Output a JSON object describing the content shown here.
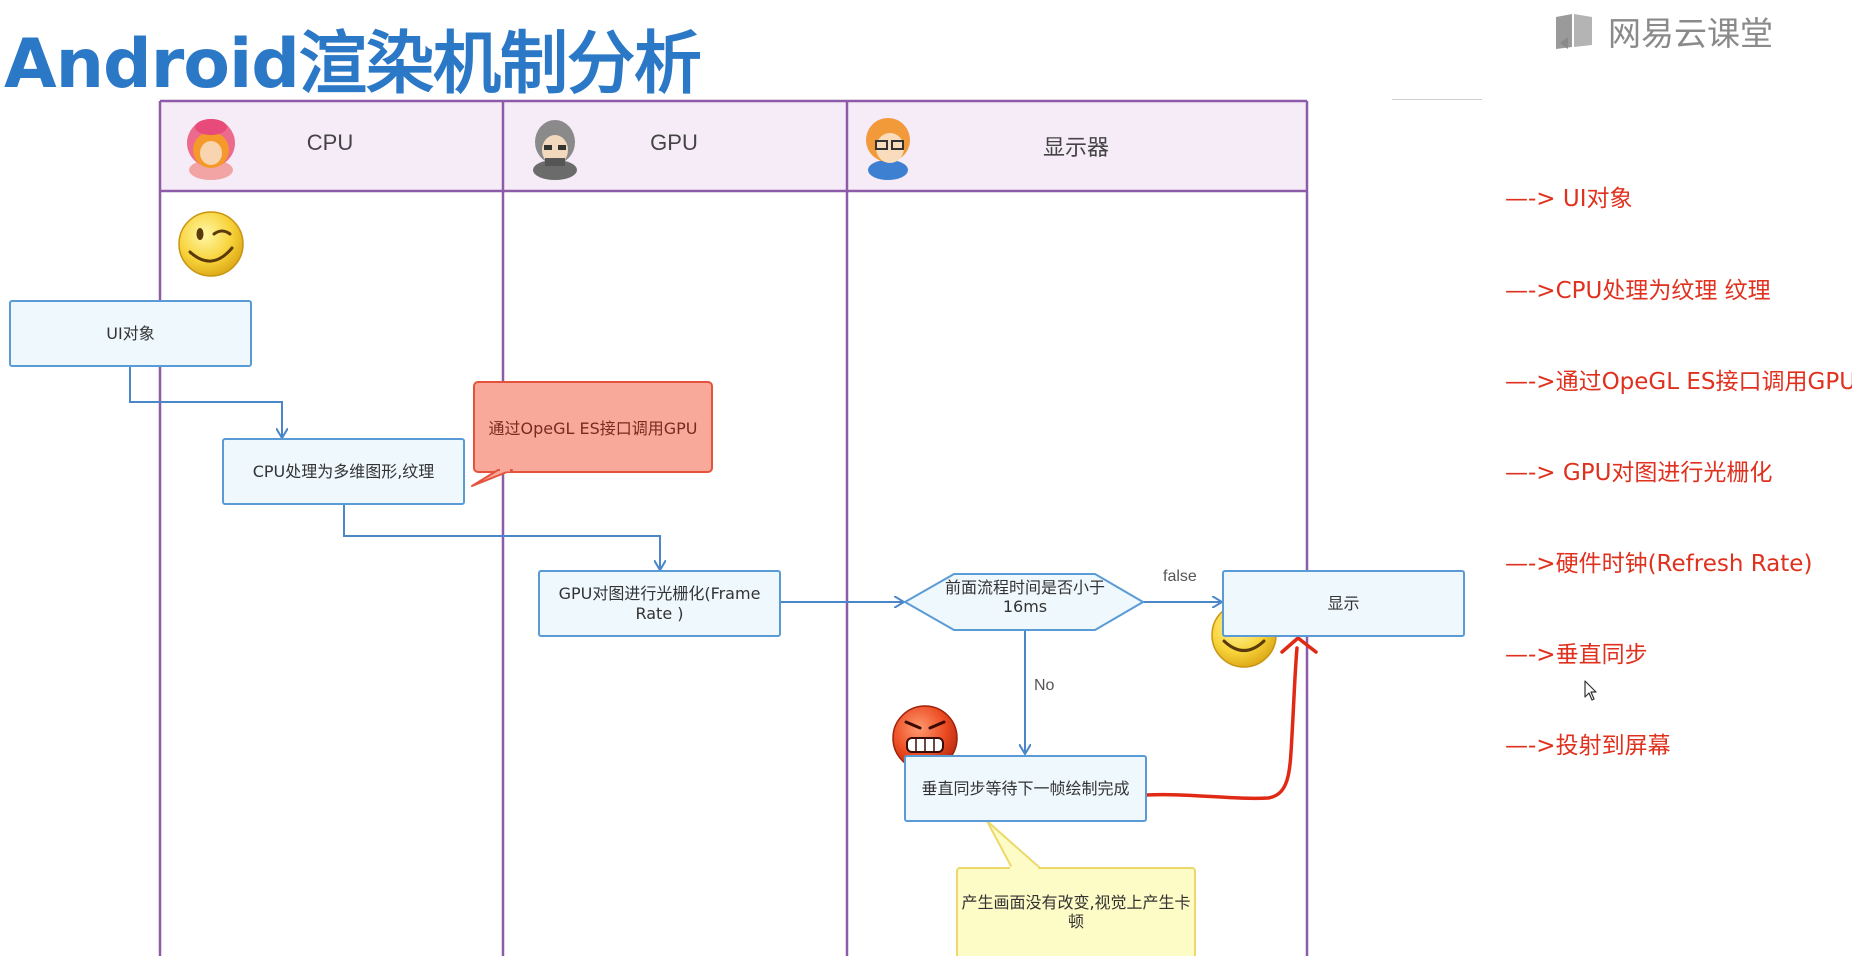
{
  "title": "Android渲染机制分析",
  "logo": {
    "icon": "book-icon",
    "text": "网易云课堂"
  },
  "lanes": [
    {
      "label": "CPU",
      "avatar": "person-pink-icon"
    },
    {
      "label": "GPU",
      "avatar": "person-grey-icon"
    },
    {
      "label": "显示器",
      "avatar": "person-glasses-icon"
    }
  ],
  "nodes": {
    "ui_object": "UI对象",
    "cpu_process": "CPU处理为多维图形,纹理",
    "gpu_raster": "GPU对图进行光栅化(Frame Rate )",
    "decision": "前面流程时间是否小于16ms",
    "display": "显示",
    "vsync_wait": "垂直同步等待下一帧绘制完成"
  },
  "notes": {
    "opengl": "通过OpeGL ES接口调用GPU",
    "stutter": "产生画面没有改变,视觉上产生卡顿"
  },
  "edge_labels": {
    "false": "false",
    "no": "No"
  },
  "emoticons": [
    "wink-face-icon",
    "smile-face-icon",
    "angry-face-icon"
  ],
  "side_notes": [
    "—-> UI对象",
    "—->CPU处理为纹理 纹理",
    "—->通过OpeGL ES接口调用GPU",
    "—-> GPU对图进行光栅化",
    "—->硬件时钟(Refresh Rate)",
    "—->垂直同步",
    "—->投射到屏幕"
  ],
  "colors": {
    "title": "#2b78c6",
    "lane_border": "#8e5ba8",
    "lane_header": "#f6ecf8",
    "box_border": "#5b9bd5",
    "box_fill": "#eef8fd",
    "connector": "#4a86c8",
    "note_red": "#f8a99a",
    "note_yellow": "#fdfbc6",
    "side_text": "#e0301e"
  }
}
